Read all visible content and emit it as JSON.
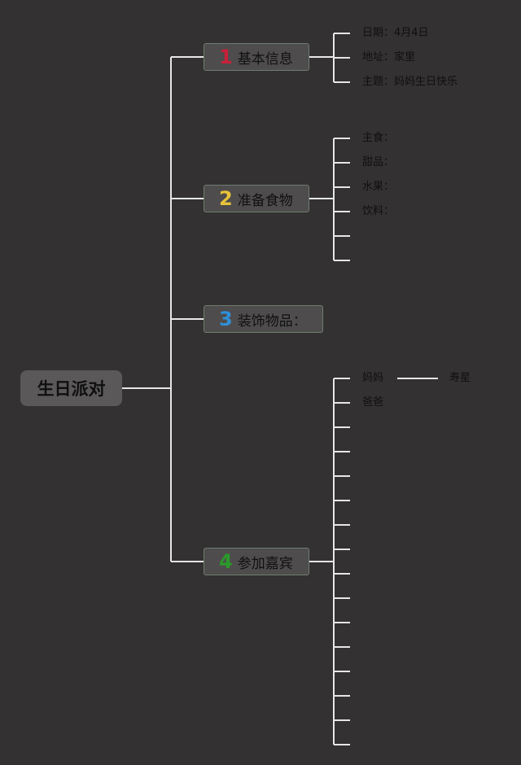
{
  "root": {
    "label": "生日派对"
  },
  "topics": [
    {
      "number": "1",
      "label": "基本信息",
      "color": "#c8203a",
      "leaves": [
        "日期：4月4日",
        "地址：家里",
        "主题：妈妈生日快乐"
      ]
    },
    {
      "number": "2",
      "label": "准备食物",
      "color": "#e8c23a",
      "leaves": [
        "主食：",
        "甜品：",
        "水果：",
        "饮料：",
        "",
        ""
      ]
    },
    {
      "number": "3",
      "label": "装饰物品：",
      "color": "#2f8fd8",
      "leaves": []
    },
    {
      "number": "4",
      "label": "参加嘉宾",
      "color": "#2a9a2a",
      "leaves": [
        "妈妈",
        "爸爸",
        "",
        "",
        "",
        "",
        "",
        "",
        "",
        "",
        "",
        "",
        "",
        "",
        "",
        ""
      ],
      "sub_leaf": "寿星"
    }
  ]
}
